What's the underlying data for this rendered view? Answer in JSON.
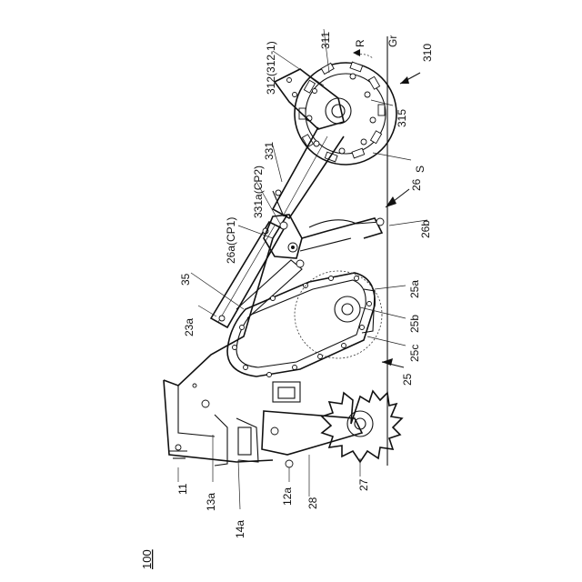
{
  "figure": {
    "labels": {
      "fig_number": "100",
      "l_11": "11",
      "l_13a": "13a",
      "l_14a": "14a",
      "l_12a": "12a",
      "l_28": "28",
      "l_27": "27",
      "l_23a": "23a",
      "l_35": "35",
      "l_26a": "26a(CP1)",
      "l_331a": "331a(CP2)",
      "l_331": "331",
      "l_312": "312(312-1)",
      "l_311": "311",
      "l_R": "R",
      "l_Gr": "Gr",
      "l_310": "310",
      "l_315": "315",
      "l_S": "S",
      "l_26": "26",
      "l_26b": "26b",
      "l_25a": "25a",
      "l_25b": "25b",
      "l_25c": "25c",
      "l_25": "25"
    }
  }
}
